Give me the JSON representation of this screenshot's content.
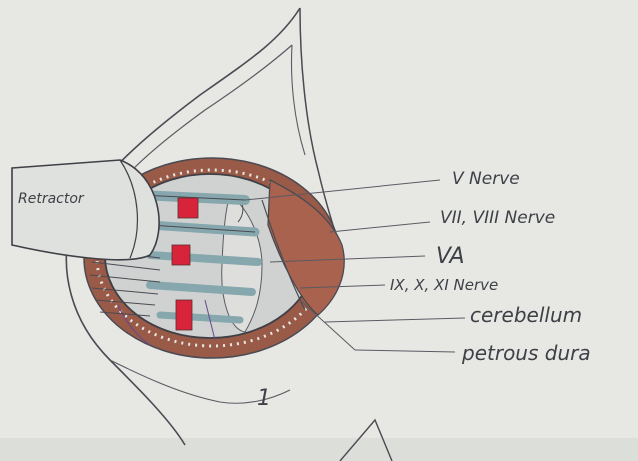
{
  "labels": {
    "retractor": "Retractor",
    "v_nerve": "V Nerve",
    "vii_viii_nerve": "VII, VIII Nerve",
    "va": "VA",
    "ix_x_xi_nerve": "IX, X, XI Nerve",
    "cerebellum": "cerebellum",
    "petrous_dura": "petrous dura",
    "figure_number": "1"
  },
  "colors": {
    "paper": "#e7e8e4",
    "pencil": "#4a4a52",
    "muscle": "#9a5a48",
    "cerebellum": "#a8624d",
    "vessel_red": "#d8243a",
    "nerve_blue": "#86a7ad",
    "cavity": "#cfd2d0"
  }
}
